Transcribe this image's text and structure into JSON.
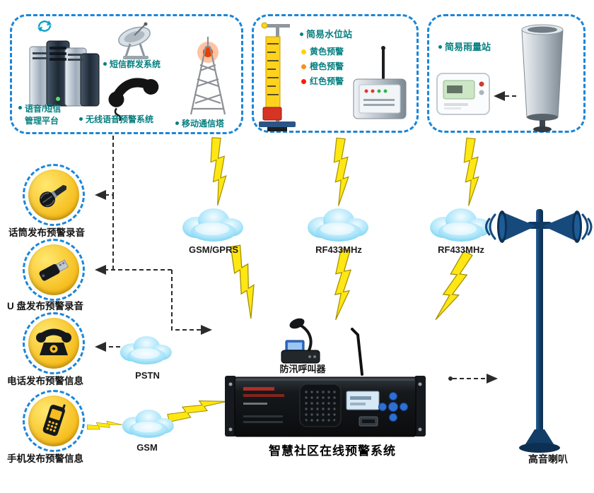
{
  "system": {
    "title": "智慧社区在线预警系统",
    "caller_label": "防汛呼叫器",
    "horn_label": "高音喇叭"
  },
  "platform_box": {
    "items": [
      {
        "id": "voice-sms-platform",
        "label": "语音/短信\n管理平台"
      },
      {
        "id": "sms-broadcast-system",
        "label": "短信群发系统"
      },
      {
        "id": "wireless-voice-alarm-system",
        "label": "无线语音预警系统"
      },
      {
        "id": "mobile-comm-tower",
        "label": "移动通信塔"
      }
    ]
  },
  "water_station_box": {
    "title": "简易水位站",
    "warnings": [
      {
        "label": "黄色预警",
        "color": "#ffd400"
      },
      {
        "label": "橙色预警",
        "color": "#ff8c1a"
      },
      {
        "label": "红色预警",
        "color": "#ff1a00"
      }
    ]
  },
  "rain_station_box": {
    "title": "简易雨量站"
  },
  "clouds": {
    "gsm_gprs": "GSM/GPRS",
    "rf433_water": "RF433MHz",
    "rf433_rain": "RF433MHz",
    "pstn": "PSTN",
    "gsm": "GSM"
  },
  "sources": [
    {
      "id": "mic",
      "label": "话筒发布预警录音"
    },
    {
      "id": "usb",
      "label": "U 盘发布预警录音"
    },
    {
      "id": "phone",
      "label": "电话发布预警信息"
    },
    {
      "id": "mobile",
      "label": "手机发布预警信息"
    }
  ],
  "colors": {
    "box_border_blue": "#1b86d8",
    "label_teal": "#067f80",
    "cloud_blue": "#7fd4f3",
    "bolt_yellow": "#ffe713",
    "horn_navy": "#174a7c",
    "source_circle_yellow": "#f6bd1d"
  }
}
